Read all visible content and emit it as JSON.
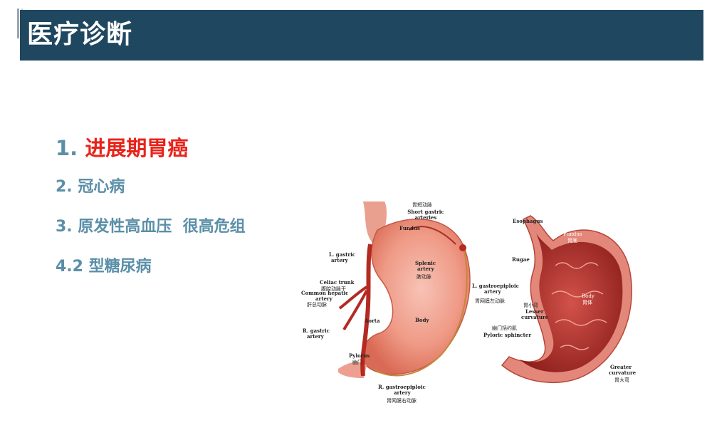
{
  "header": {
    "title": "医疗诊断"
  },
  "diagnoses": [
    {
      "number": "1.",
      "text": "进展期胃癌"
    },
    {
      "text": "2. 冠心病"
    },
    {
      "text": "3. 原发性高血压  很高危组"
    },
    {
      "text": "4.2 型糖尿病"
    }
  ],
  "figure": {
    "left_labels": {
      "short_gastric_cn": "胃短动脉",
      "short_gastric_en_1": "Short gastric",
      "short_gastric_en_2": "arteries",
      "fundus": "Fundus",
      "l_gastric_1": "L. gastric",
      "l_gastric_2": "artery",
      "splenic_1": "Splenic",
      "splenic_2": "artery",
      "splenic_cn": "脾动脉",
      "celiac": "Celiac trunk",
      "celiac_cn": "腹腔动脉干",
      "common_hepatic_1": "Common hepatic",
      "common_hepatic_2": "artery",
      "common_hepatic_cn": "肝总动脉",
      "l_gastroepiploic_1": "L. gastroepiploic",
      "l_gastroepiploic_2": "artery",
      "l_gastroepiploic_cn": "胃网膜左动脉",
      "r_gastric_1": "R. gastric",
      "r_gastric_2": "artery",
      "aorta": "Aorta",
      "body": "Body",
      "pylorus": "Pylorus",
      "pylorus_cn": "幽门",
      "r_gastroepiploic_1": "R. gastroepiploic",
      "r_gastroepiploic_2": "artery",
      "r_gastroepiploic_cn": "胃网膜右动脉"
    },
    "right_labels": {
      "esophagus": "Esophagus",
      "fundus": "Fundus",
      "fundus_cn": "胃底",
      "rugae": "Rugae",
      "body": "Body",
      "body_cn": "胃体",
      "lesser_cn": "胃小弯",
      "lesser_1": "Lesser",
      "lesser_2": "curvature",
      "pyloric_cn": "幽门括约肌",
      "pyloric": "Pyloric sphincter",
      "greater_1": "Greater",
      "greater_2": "curvature",
      "greater_cn": "胃大弯"
    }
  }
}
